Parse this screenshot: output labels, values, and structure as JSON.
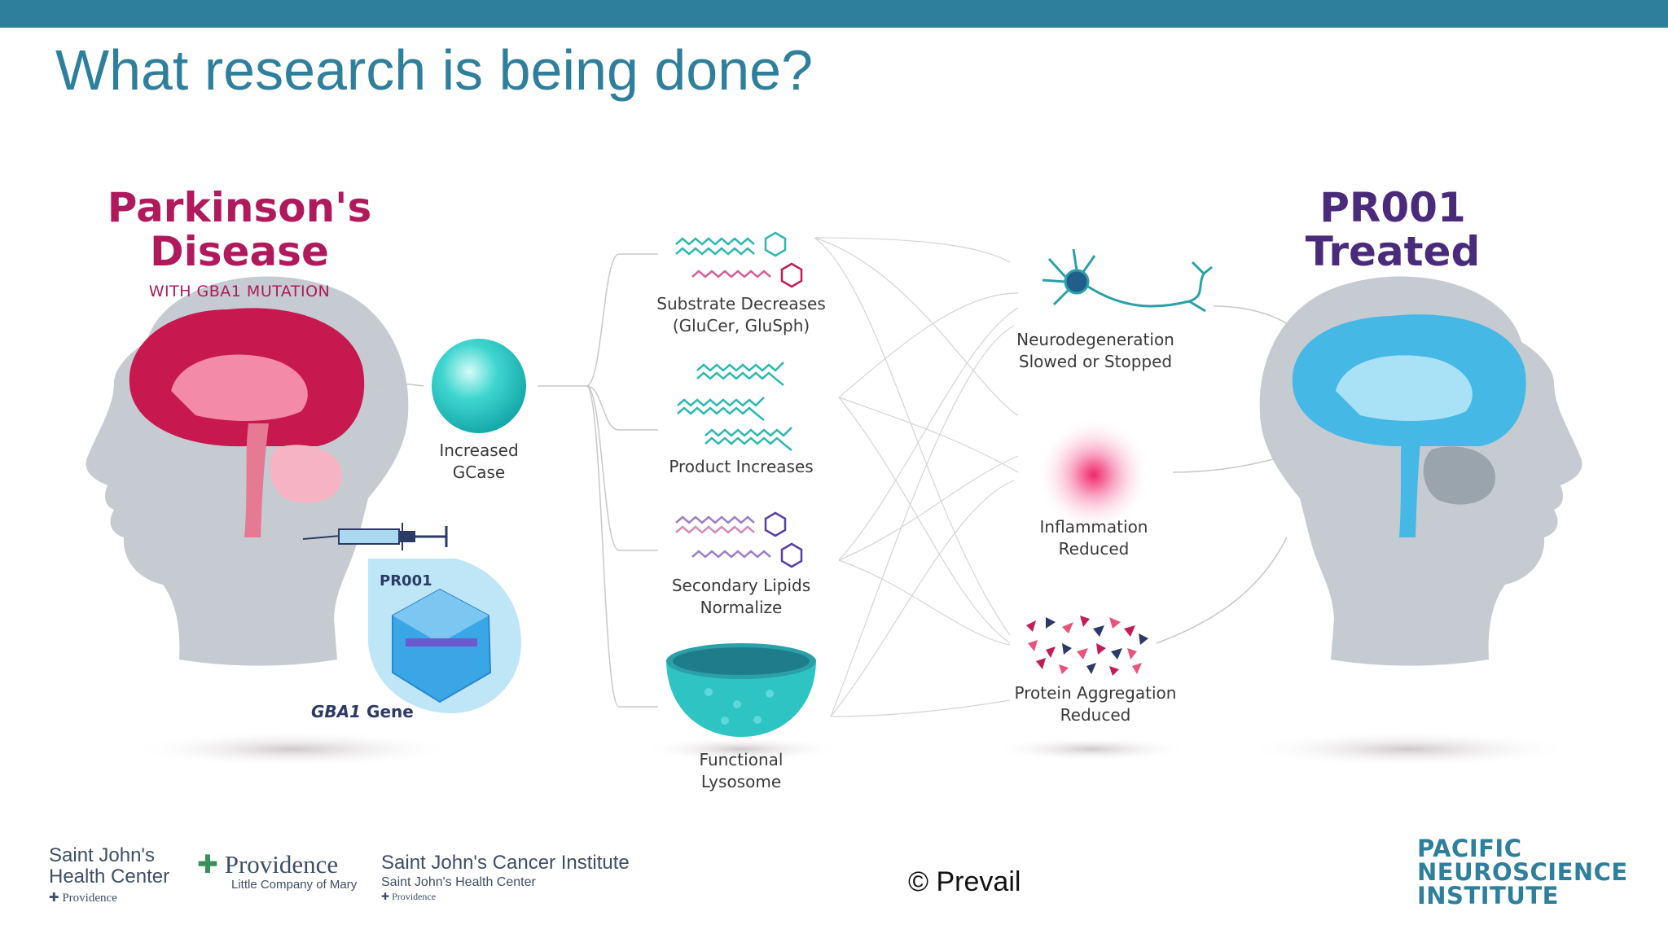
{
  "slide": {
    "title": "What research is being done?",
    "copyright": "© Prevail"
  },
  "diagram": {
    "left_heading": "Parkinson's Disease",
    "left_subheading": "WITH GBA1 MUTATION",
    "right_heading": "PR001 Treated",
    "treatment_label": "PR001",
    "gene_label_italic": "GBA1",
    "gene_label_rest": " Gene",
    "step_gcase": "Increased GCase",
    "effects": [
      "Substrate Decreases (GluCer, GluSph)",
      "Product Increases",
      "Secondary Lipids Normalize",
      "Functional Lysosome"
    ],
    "outcomes": [
      "Neurodegeneration Slowed or Stopped",
      "Inflammation Reduced",
      "Protein Aggregation Reduced"
    ]
  },
  "logos": {
    "saint_johns_name": "Saint John's Health Center",
    "saint_johns_sub": "Providence",
    "providence_name": "Providence",
    "providence_sub": "Little Company of Mary",
    "cancer_institute_name": "Saint John's Cancer Institute",
    "cancer_institute_sub": "Saint John's Health Center",
    "cancer_institute_sub2": "Providence",
    "pni_name": "PACIFIC NEUROSCIENCE INSTITUTE"
  },
  "colors": {
    "title": "#2e7f9c",
    "left_heading": "#b0195c",
    "right_heading": "#4a2a7a",
    "teal": "#2ec4c4",
    "magenta": "#c21e56"
  }
}
